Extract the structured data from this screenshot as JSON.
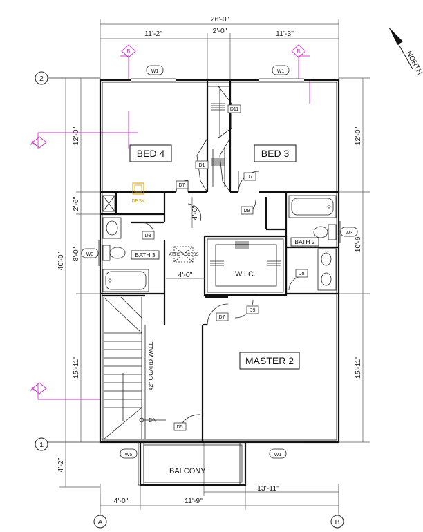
{
  "dimensions": {
    "overall_width": "26'-0\"",
    "top_left": "11'-2\"",
    "top_mid": "2'-0\"",
    "top_right": "11'-3\"",
    "overall_depth": "40'-0\"",
    "left_1": "12'-0\"",
    "left_2": "2'-6\"",
    "left_3": "8'-0\"",
    "left_4": "15'-11\"",
    "right_1": "12'-0\"",
    "right_2": "10'-6\"",
    "right_3": "15'-11\"",
    "balcony_depth": "4'-2\"",
    "bottom_1": "4'-0\"",
    "bottom_2": "11'-9\"",
    "bottom_3": "13'-11\"",
    "hall_v": "4'-0\"",
    "hall_h": "4'-0\""
  },
  "rooms": {
    "bed4": "BED 4",
    "bed3": "BED 3",
    "bath3": "BATH 3",
    "bath2": "BATH 2",
    "wic": "W.I.C.",
    "master": "MASTER 2",
    "balcony": "BALCONY",
    "desk": "DESK",
    "attic": "ATTIC ACCESS",
    "guard_wall": "42\" GUARD WALL",
    "dn": "DN"
  },
  "tags": {
    "w1": "W1",
    "w3": "W3",
    "w5": "W5",
    "d1": "D1",
    "d5": "D5",
    "d7": "D7",
    "d8": "D8",
    "d9": "D9",
    "d11": "D11"
  },
  "grid": {
    "g2": "2",
    "g1": "1",
    "gA": "A",
    "gB": "B"
  },
  "sections": {
    "a": "A",
    "b": "B"
  },
  "north": "NORTH",
  "colors": {
    "walls": "#111111",
    "section_markers": "#d030d0",
    "desk": "#d8a000"
  }
}
